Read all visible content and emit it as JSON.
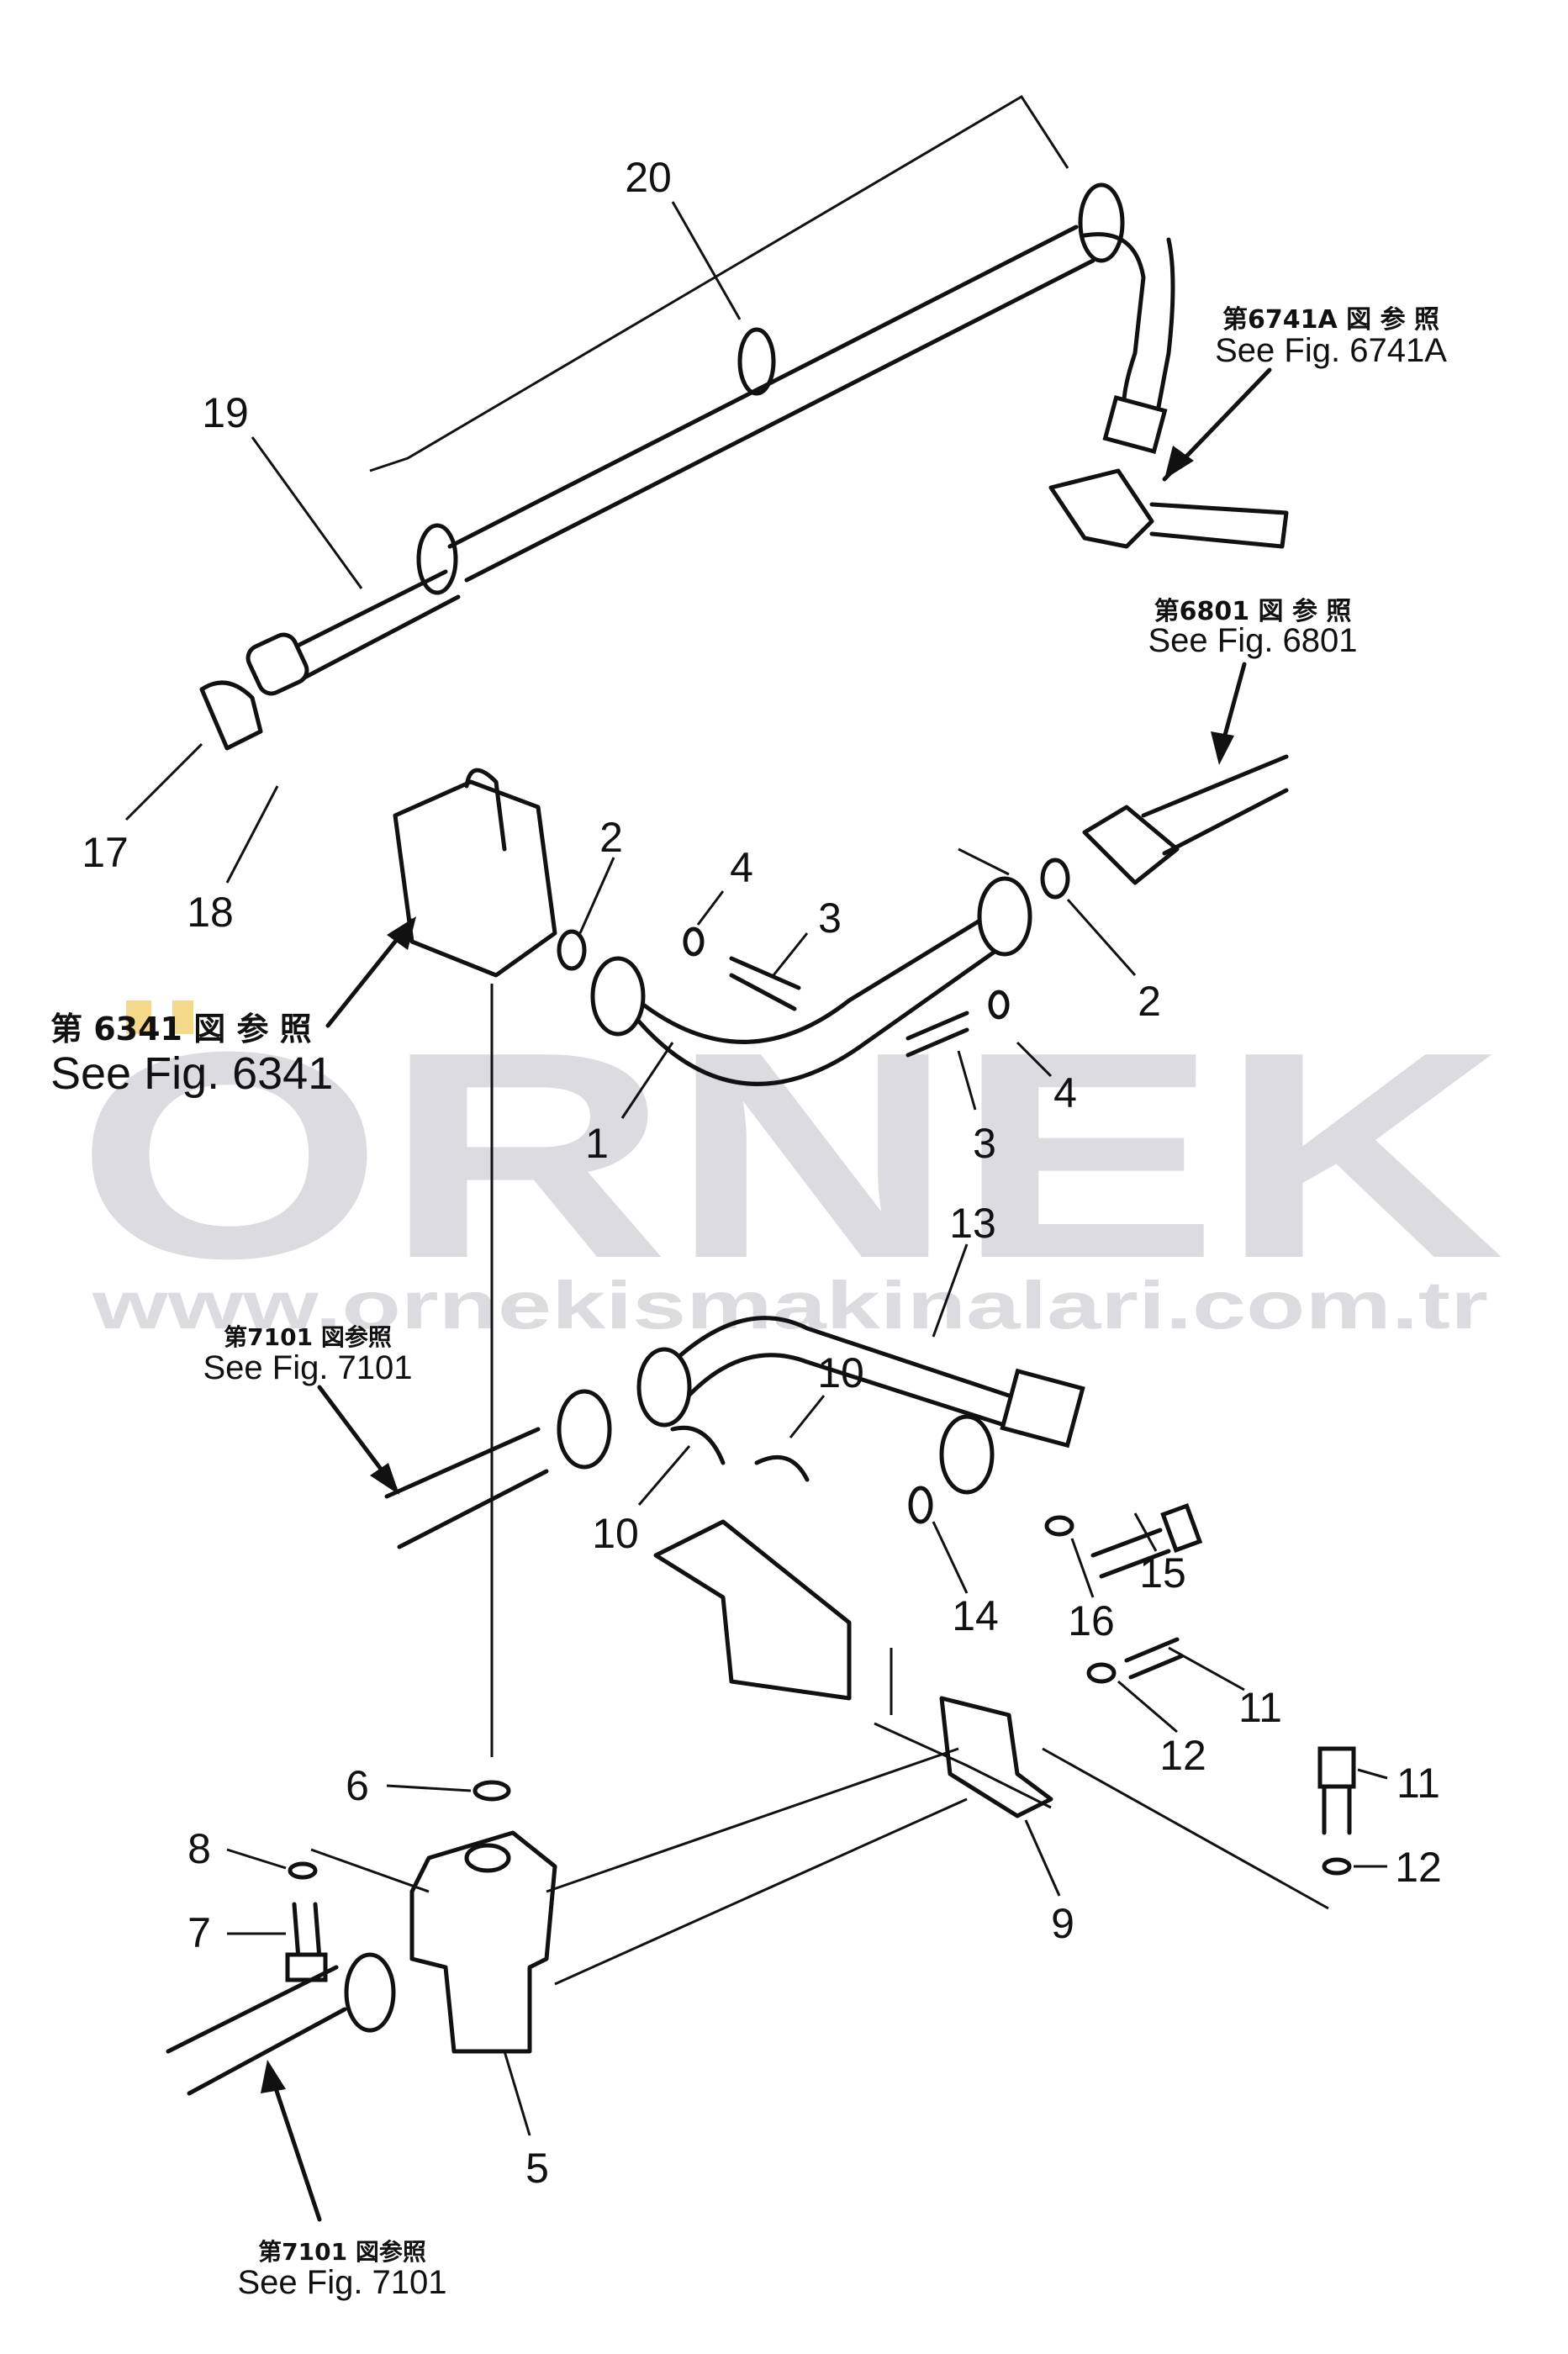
{
  "watermark": {
    "brand": "ORNEK",
    "url": "www.ornekismakinalari.com.tr",
    "color": "#dcdbe0"
  },
  "references": {
    "fig6741a": {
      "jp": "第6741A 図 参 照",
      "en": "See Fig. 6741A"
    },
    "fig6801": {
      "jp": "第6801 図 参 照",
      "en": "See Fig. 6801"
    },
    "fig6341": {
      "jp": "第 6341 図 参 照",
      "en": "See Fig. 6341"
    },
    "fig7101_upper": {
      "jp": "第7101 図参照",
      "en": "See Fig. 7101"
    },
    "fig7101_lower": {
      "jp": "第7101 図参照",
      "en": "See Fig. 7101"
    }
  },
  "callouts": [
    "20",
    "19",
    "17",
    "18",
    "2",
    "4",
    "3",
    "2",
    "1",
    "3",
    "4",
    "13",
    "10",
    "10",
    "14",
    "16",
    "15",
    "11",
    "12",
    "11",
    "12",
    "6",
    "8",
    "7",
    "9",
    "5"
  ],
  "highlight_color": "#f5d98a"
}
